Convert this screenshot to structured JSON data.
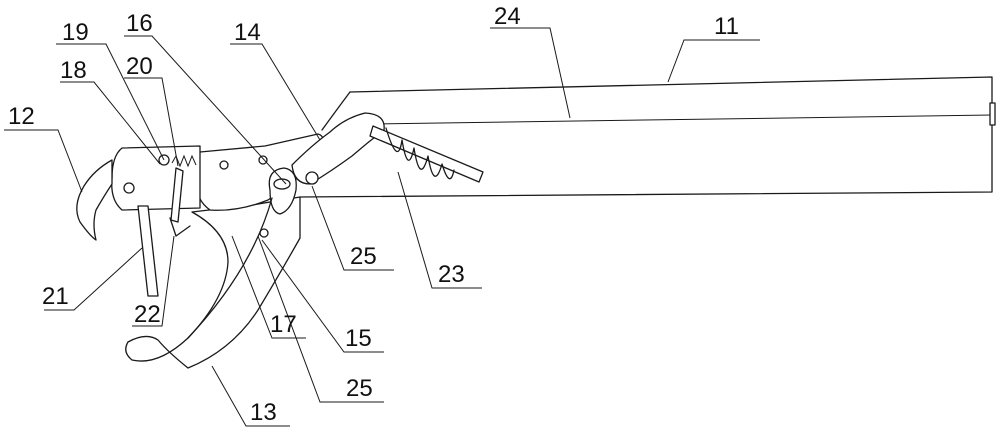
{
  "labels": {
    "l11": "11",
    "l12": "12",
    "l13": "13",
    "l14": "14",
    "l15": "15",
    "l16": "16",
    "l17": "17",
    "l18": "18",
    "l19": "19",
    "l20": "20",
    "l21": "21",
    "l22": "22",
    "l23": "23",
    "l24": "24",
    "l25a": "25",
    "l25b": "25"
  }
}
